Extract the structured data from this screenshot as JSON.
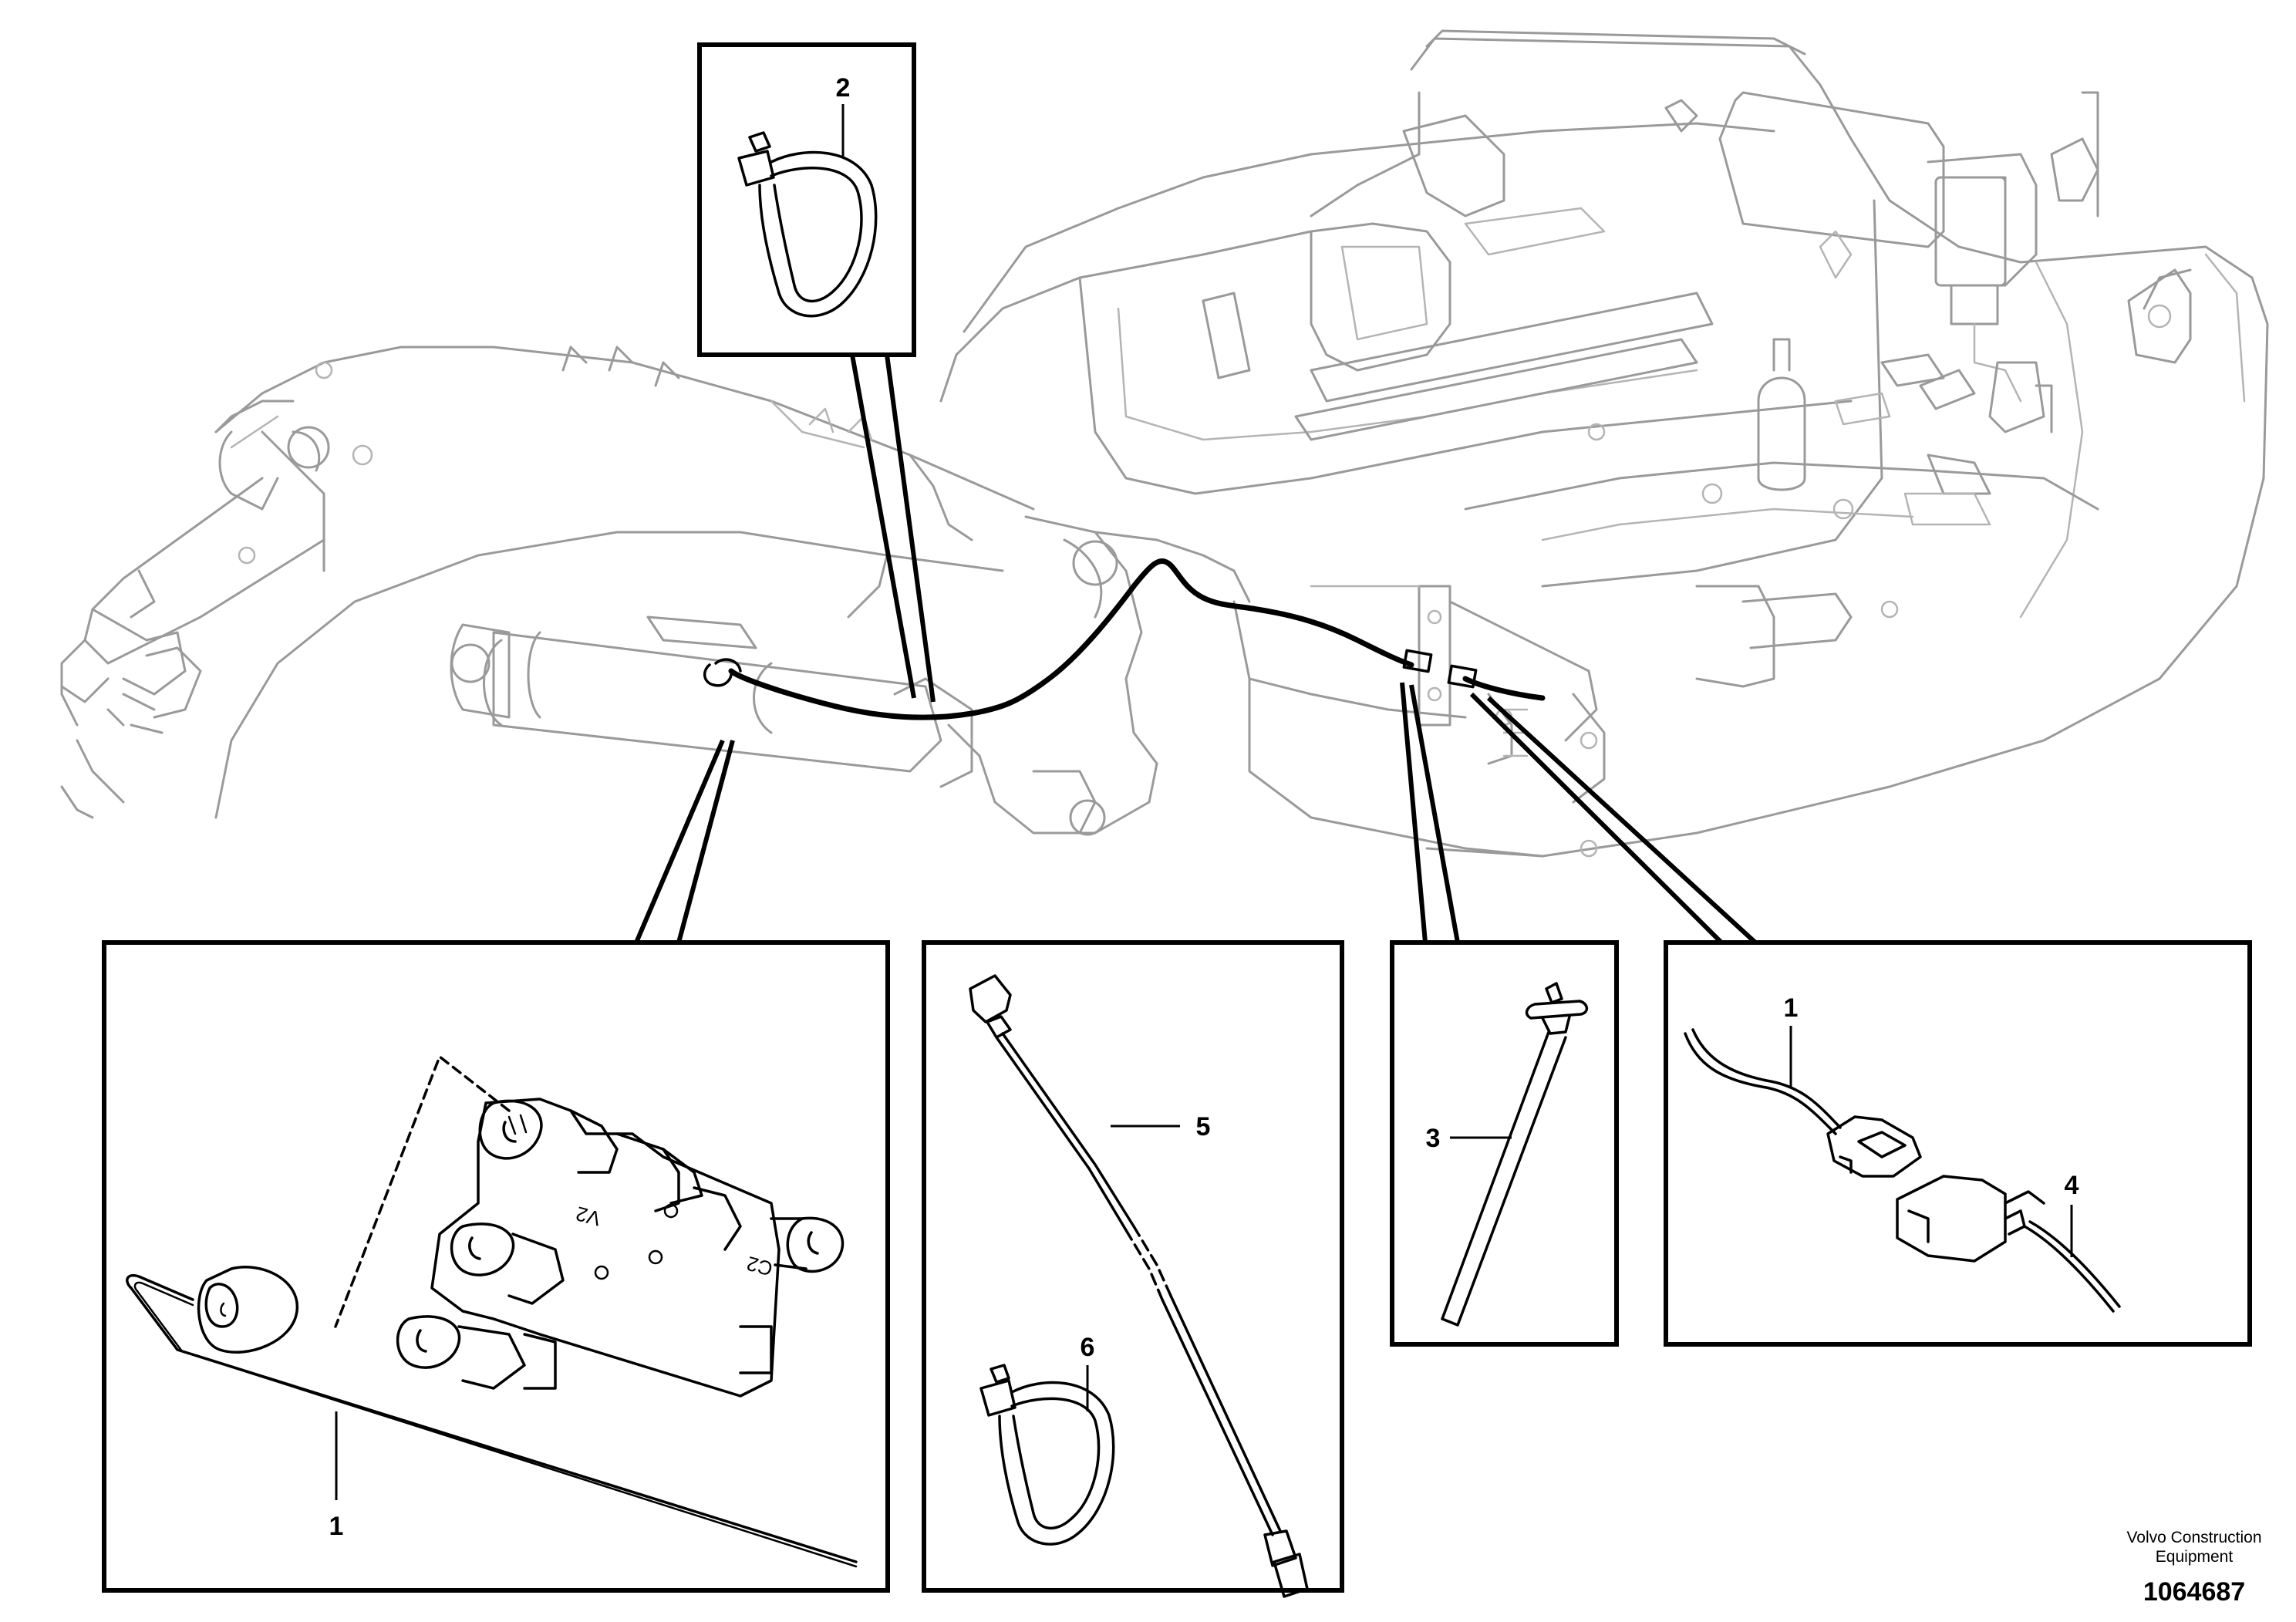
{
  "callouts": {
    "inset_top": "2",
    "inset_bottom_left": "1",
    "inset_bottom_center_cable": "5",
    "inset_bottom_center_tie": "6",
    "inset_bottom_mid_right": "3",
    "inset_bottom_right_cable": "1",
    "inset_bottom_right_connector": "4"
  },
  "footer": {
    "manufacturer_line1": "Volvo Construction",
    "manufacturer_line2": "Equipment",
    "document_number": "1064687"
  }
}
